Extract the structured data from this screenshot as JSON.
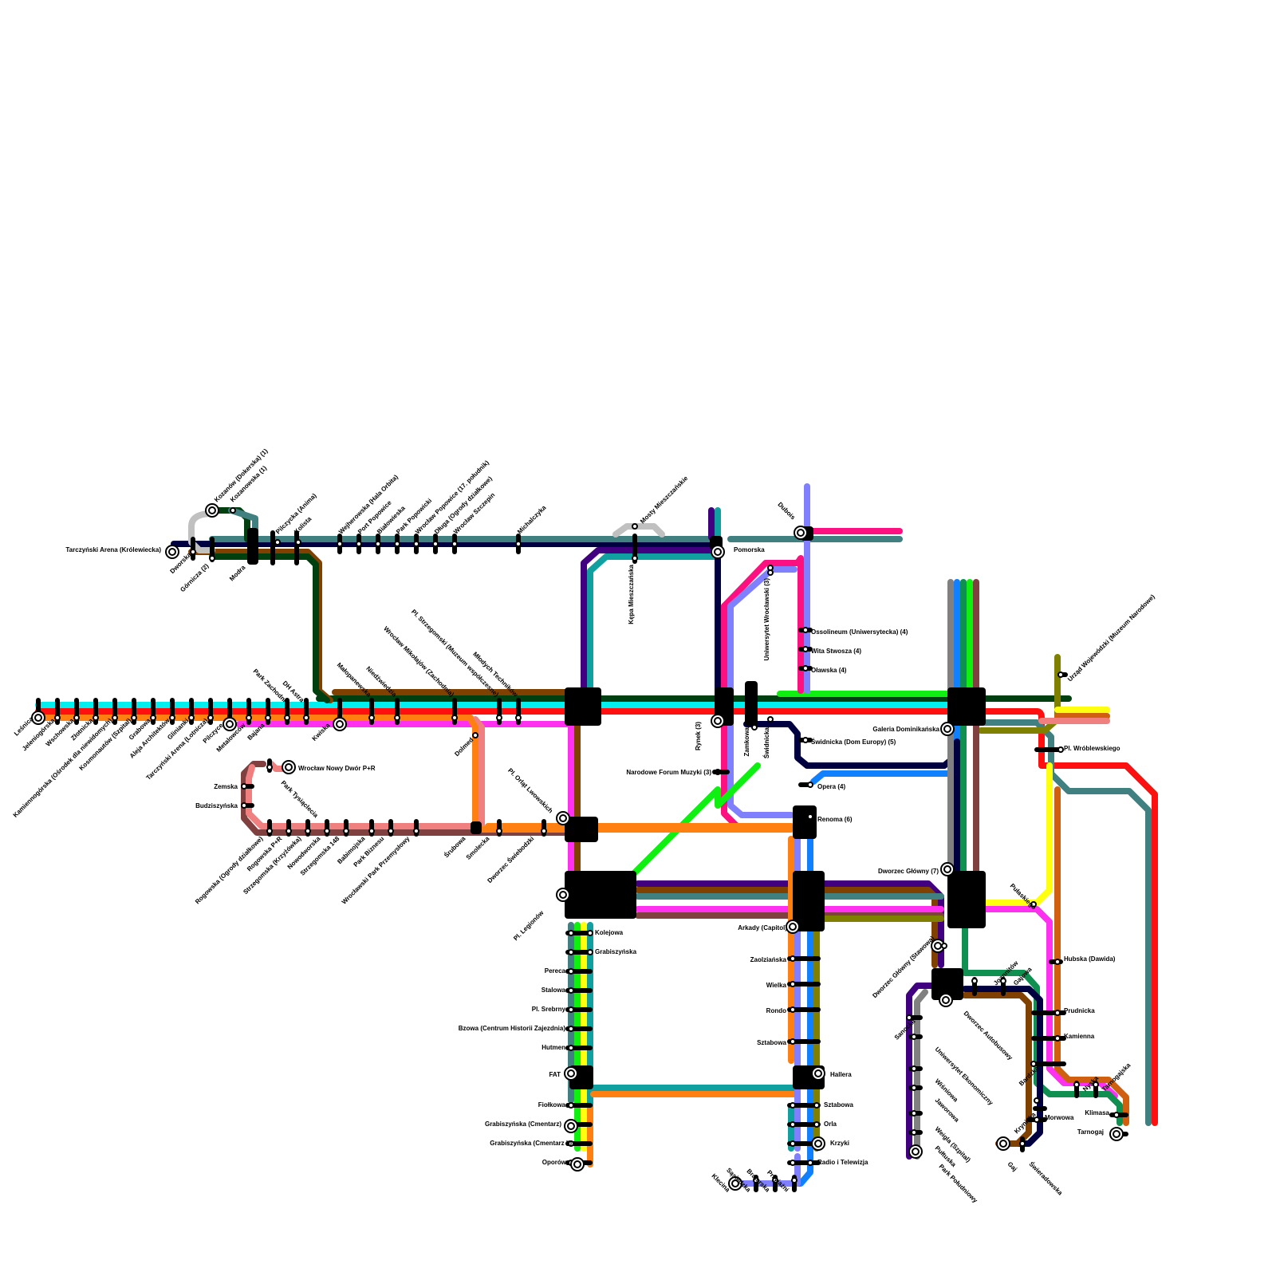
{
  "map": {
    "background": "#ffffff"
  },
  "lines": [
    {
      "id": "cyan",
      "color": "#00f0f0"
    },
    {
      "id": "red",
      "color": "#ff1010"
    },
    {
      "id": "orange",
      "color": "#ff8010"
    },
    {
      "id": "magenta",
      "color": "#ff30f0"
    },
    {
      "id": "pink",
      "color": "#ff1080"
    },
    {
      "id": "salmon",
      "color": "#f08080"
    },
    {
      "id": "brown",
      "color": "#804000"
    },
    {
      "id": "darkgreen",
      "color": "#004010"
    },
    {
      "id": "teal",
      "color": "#408080"
    },
    {
      "id": "navy",
      "color": "#000040"
    },
    {
      "id": "purple",
      "color": "#400080"
    },
    {
      "id": "lime",
      "color": "#10f010"
    },
    {
      "id": "periwinkle",
      "color": "#8080ff"
    },
    {
      "id": "blue",
      "color": "#1080ff"
    },
    {
      "id": "yellow",
      "color": "#ffff10"
    },
    {
      "id": "olive",
      "color": "#808000"
    },
    {
      "id": "gray",
      "color": "#808080"
    },
    {
      "id": "maroon",
      "color": "#804040"
    },
    {
      "id": "seagreen",
      "color": "#109050"
    },
    {
      "id": "silver",
      "color": "#c0c0c0"
    },
    {
      "id": "darkcyan",
      "color": "#10a0a0"
    },
    {
      "id": "amber",
      "color": "#d06010"
    }
  ],
  "stations": {
    "tarczynski_krol": "Tarczyński Arena (Królewiecka)",
    "dworska": "Dworska",
    "gornicza": "Górnicza (2)",
    "modra": "Modra",
    "kozanow_dok": "Kozanów (Dokerska) (1)",
    "kozanowska": "Kozanowska (1)",
    "pilczycka_anima": "Pilczycka (Anima)",
    "kolista": "Kolista",
    "wejherowska": "Wejherowska (Hala Orbita)",
    "port_popowice": "Port Popowice",
    "bialowieska": "Białowieska",
    "park_popowicki": "Park Popowicki",
    "wroclaw_popowice": "Wrocław Popowice (17. południk)",
    "dluga": "Długa (Ogrody działkowe)",
    "wroclaw_szczepin": "Wrocław Szczepin",
    "michalczyka": "Michalczyka",
    "mosty": "Mosty Mieszczańskie",
    "kepa": "Kępa Mieszczańska",
    "pomorska": "Pomorska",
    "dubois": "Dubois",
    "uniwersytet": "Uniwersytet Wrocławski (3)",
    "ossolineum": "Ossolineum (Uniwersytecka) (4)",
    "wita_stwosza": "Wita Stwosza (4)",
    "olawska": "Oławska (4)",
    "swidnicka_de": "Świdnicka (Dom Europy) (5)",
    "swidnicka": "Świdnicka",
    "zamkowa": "Zamkowa",
    "rynek": "Rynek (3)",
    "nfm": "Narodowe Forum Muzyki (3)",
    "opera": "Opera (4)",
    "renoma": "Renoma (6)",
    "galeria": "Galeria Dominikańska",
    "urzad": "Urząd Wojewódzki (Muzeum Narodowe)",
    "pl_wroblewskiego": "Pl. Wróblewskiego",
    "lesnica": "Leśnica",
    "jeleniogorska": "Jeleniogórska",
    "wschowska": "Wschowska",
    "zlotnicka": "Złotnicka",
    "kamiennogorska": "Kamiennogórska (Ośrodek dla niewidomych)",
    "kosmonautow": "Kosmonautów (Szpital)",
    "grabowa": "Grabowa",
    "aleja_architektow": "Aleja Architektów",
    "glinianki": "Glinianki",
    "tarczynski_lotnicza": "Tarczyński Arena (Lotnicza)",
    "pilczyce": "Pilczyce",
    "metalowcow": "Metalowców",
    "bajana": "Bajana",
    "park_zachodni": "Park Zachodni",
    "dh_astra": "DH Astra",
    "kwiska": "Kwiska",
    "malopanewska": "Małopanewska",
    "niedzwiedzia": "Niedźwiedzia",
    "wroclaw_mikolajow": "Wrocław Mikołajów (Zachodnia)",
    "pl_strzegomski": "Pl. Strzegomski (Muzeum współczesne)",
    "mlodych_technikow": "Młodych Techników",
    "dolmed": "Dolmed",
    "wroclaw_nowy_dwor": "Wrocław Nowy Dwór P+R",
    "park_tysiaclecia": "Park Tysiąclecia",
    "zemska": "Zemska",
    "budziszynska": "Budziszyńska",
    "rogowska_ogrody": "Rogowska (Ogrody działkowe)",
    "rogowska_pr": "Rogowska P+R",
    "strzegomska_krzyz": "Strzegomska (Krzyżówka)",
    "nowodworska": "Nowodworska",
    "strzegomska_148": "Strzegomska 148",
    "babimojska": "Babimojska",
    "park_biznesu": "Park Biznesu",
    "wroclawski_park": "Wrocławski Park Przemysłowy",
    "srubowa": "Śrubowa",
    "smolecka": "Smolecka",
    "dworzec_swiebodzki": "Dworzec Świebodzki",
    "pl_orlat": "Pl. Orląt Lwowskich",
    "pl_legionow": "Pl. Legionów",
    "kolejowa": "Kolejowa",
    "grabiszynska": "Grabiszyńska",
    "pereca": "Pereca",
    "stalowa": "Stalowa",
    "pl_srebrny": "Pl. Srebrny",
    "bzowa": "Bzowa (Centrum Historii Zajezdnia)",
    "hutmen": "Hutmen",
    "fat": "FAT",
    "fiolkowa": "Fiołkowa",
    "grabiszynska_cm": "Grabiszyńska (Cmentarz)",
    "grabiszynska_cm2": "Grabiszyńska (Cmentarz II)",
    "oporow": "Oporów",
    "arkady": "Arkady (Capitol)",
    "zaolzianska": "Zaolziańska",
    "wielka": "Wielka",
    "rondo": "Rondo",
    "sztabowa_w": "Sztabowa",
    "hallera": "Hallera",
    "sztabowa_e": "Sztabowa",
    "orla": "Orla",
    "krzyki": "Krzyki",
    "radio": "Radio i Telewizja",
    "klecina": "Klecina",
    "sasiedzka": "Sąsiedzka",
    "braterska": "Braterska",
    "przyjazni": "Przyjaźni",
    "dworzec_glowny7": "Dworzec Główny (7)",
    "dworzec_stawowa": "Dworzec Główny (Stawowa)",
    "dworzec_autobusowy": "Dworzec Autobusowy",
    "joannitow": "Joannitów",
    "gajowa": "Gajowa",
    "pulaskiego": "Pułaskiego",
    "hubska": "Hubska (Dawida)",
    "prudnicka": "Prudnicka",
    "kamienna": "Kamienna",
    "bardzka": "Bardzka",
    "nyska": "Nyska",
    "tarnogajska": "Tarnogajska",
    "klimasa": "Klimasa",
    "tarnogaj": "Tarnogaj",
    "krynicka": "Krynicka",
    "morwowa": "Morwowa",
    "gaj": "Gaj",
    "swieradowska": "Świeradowska",
    "sanocka": "Sanocka",
    "uniwersytet_ekon": "Uniwersytet Ekonomiczny",
    "wisniowa": "Wiśniowa",
    "jaworowa": "Jaworowa",
    "weigla": "Weigla (Szpital)",
    "pultuska": "Pułtuska",
    "park_poludniowy": "Park Południowy"
  }
}
